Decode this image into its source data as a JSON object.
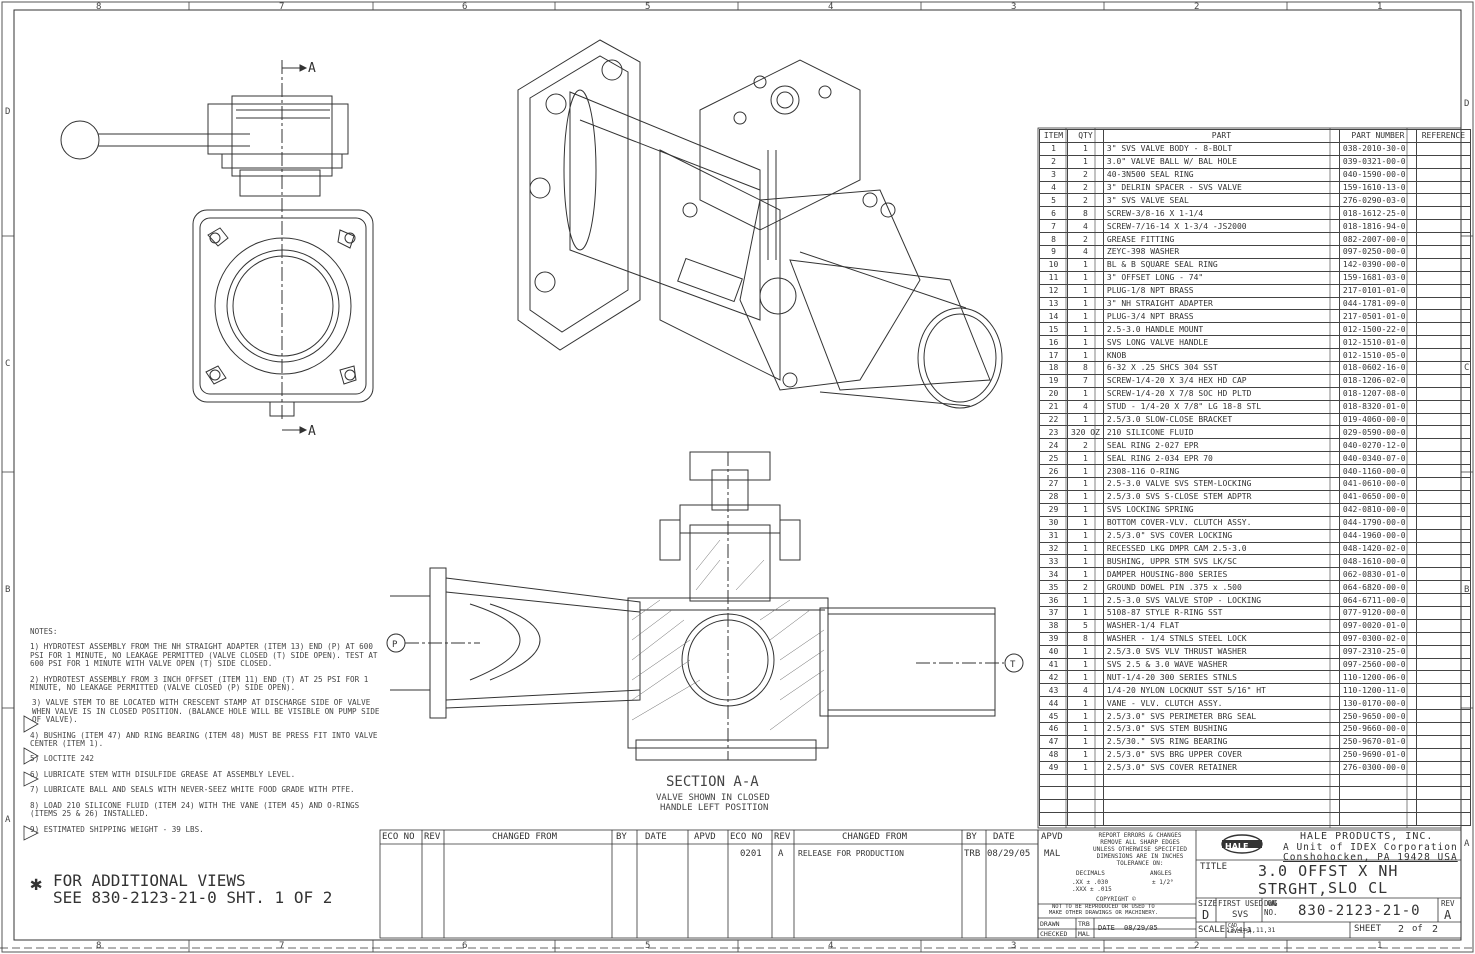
{
  "zones_top": [
    "8",
    "7",
    "6",
    "5",
    "4",
    "3",
    "2",
    "1"
  ],
  "zones_side": [
    "D",
    "C",
    "B",
    "A"
  ],
  "section_marker": "A",
  "section_title": "SECTION A-A",
  "section_note_1": "VALVE SHOWN IN CLOSED",
  "section_note_2": "HANDLE LEFT POSITION",
  "port_labels": {
    "left": "P",
    "right": "T"
  },
  "bom": {
    "headers": [
      "ITEM",
      "QTY",
      "PART",
      "PART NUMBER",
      "REFERENCE"
    ],
    "rows": [
      [
        "1",
        "1",
        "3\" SVS VALVE BODY - 8-BOLT",
        "038-2010-30-0",
        ""
      ],
      [
        "2",
        "1",
        "3.0\" VALVE BALL W/ BAL HOLE",
        "039-0321-00-0",
        ""
      ],
      [
        "3",
        "2",
        "40-3N500 SEAL RING",
        "040-1590-00-0",
        ""
      ],
      [
        "4",
        "2",
        "3\" DELRIN SPACER - SVS VALVE",
        "159-1610-13-0",
        ""
      ],
      [
        "5",
        "2",
        "3\" SVS VALVE SEAL",
        "276-0290-03-0",
        ""
      ],
      [
        "6",
        "8",
        "SCREW-3/8-16 X 1-1/4",
        "018-1612-25-0",
        ""
      ],
      [
        "7",
        "4",
        "SCREW-7/16-14 X 1-3/4 -JS2000",
        "018-1816-94-0",
        ""
      ],
      [
        "8",
        "2",
        "GREASE FITTING",
        "082-2007-00-0",
        ""
      ],
      [
        "9",
        "4",
        "ZEYC-398 WASHER",
        "097-0250-00-0",
        ""
      ],
      [
        "10",
        "1",
        "BL & B SQUARE SEAL RING",
        "142-0390-00-0",
        ""
      ],
      [
        "11",
        "1",
        "3\" OFFSET LONG - 74\"",
        "159-1681-03-0",
        ""
      ],
      [
        "12",
        "1",
        "PLUG-1/8 NPT BRASS",
        "217-0101-01-0",
        ""
      ],
      [
        "13",
        "1",
        "3\" NH STRAIGHT ADAPTER",
        "044-1781-09-0",
        ""
      ],
      [
        "14",
        "1",
        "PLUG-3/4 NPT BRASS",
        "217-0501-01-0",
        ""
      ],
      [
        "15",
        "1",
        "2.5-3.0 HANDLE MOUNT",
        "012-1500-22-0",
        ""
      ],
      [
        "16",
        "1",
        "SVS LONG VALVE HANDLE",
        "012-1510-01-0",
        ""
      ],
      [
        "17",
        "1",
        "KNOB",
        "012-1510-05-0",
        ""
      ],
      [
        "18",
        "8",
        "6-32 X .25 SHCS 304 SST",
        "018-0602-16-0",
        ""
      ],
      [
        "19",
        "7",
        "SCREW-1/4-20 X 3/4 HEX HD CAP",
        "018-1206-02-0",
        ""
      ],
      [
        "20",
        "1",
        "SCREW-1/4-20 X 7/8 SOC HD PLTD",
        "018-1207-08-0",
        ""
      ],
      [
        "21",
        "4",
        "STUD - 1/4-20 X 7/8\" LG 18-8 STL",
        "018-8320-01-0",
        ""
      ],
      [
        "22",
        "1",
        "2.5/3.0 SLOW-CLOSE BRACKET",
        "019-4060-00-0",
        ""
      ],
      [
        "23",
        "320 OZ",
        "210 SILICONE FLUID",
        "029-0590-00-0",
        ""
      ],
      [
        "24",
        "2",
        "SEAL RING 2-027 EPR",
        "040-0270-12-0",
        ""
      ],
      [
        "25",
        "1",
        "SEAL RING 2-034 EPR 70",
        "040-0340-07-0",
        ""
      ],
      [
        "26",
        "1",
        "2308-116 O-RING",
        "040-1160-00-0",
        ""
      ],
      [
        "27",
        "1",
        "2.5-3.0 VALVE SVS STEM-LOCKING",
        "041-0610-00-0",
        ""
      ],
      [
        "28",
        "1",
        "2.5/3.0 SVS S-CLOSE STEM ADPTR",
        "041-0650-00-0",
        ""
      ],
      [
        "29",
        "1",
        "SVS LOCKING SPRING",
        "042-0810-00-0",
        ""
      ],
      [
        "30",
        "1",
        "BOTTOM COVER-VLV. CLUTCH ASSY.",
        "044-1790-00-0",
        ""
      ],
      [
        "31",
        "1",
        "2.5/3.0\" SVS COVER LOCKING",
        "044-1960-00-0",
        ""
      ],
      [
        "32",
        "1",
        "RECESSED LKG DMPR CAM 2.5-3.0",
        "048-1420-02-0",
        ""
      ],
      [
        "33",
        "1",
        "BUSHING, UPPR STM SVS LK/SC",
        "048-1610-00-0",
        ""
      ],
      [
        "34",
        "1",
        "DAMPER HOUSING-800 SERIES",
        "062-0830-01-0",
        ""
      ],
      [
        "35",
        "2",
        "GROUND DOWEL PIN .375 x .500",
        "064-6820-00-0",
        ""
      ],
      [
        "36",
        "1",
        "2.5-3.0 SVS VALVE STOP - LOCKING",
        "064-6711-00-0",
        ""
      ],
      [
        "37",
        "1",
        "5108-87 STYLE R-RING SST",
        "077-9120-00-0",
        ""
      ],
      [
        "38",
        "5",
        "WASHER-1/4 FLAT",
        "097-0020-01-0",
        ""
      ],
      [
        "39",
        "8",
        "WASHER - 1/4 STNLS STEEL LOCK",
        "097-0300-02-0",
        ""
      ],
      [
        "40",
        "1",
        "2.5/3.0 SVS VLV THRUST WASHER",
        "097-2310-25-0",
        ""
      ],
      [
        "41",
        "1",
        "SVS 2.5 & 3.0 WAVE WASHER",
        "097-2560-00-0",
        ""
      ],
      [
        "42",
        "1",
        "NUT-1/4-20 300 SERIES STNLS",
        "110-1200-06-0",
        ""
      ],
      [
        "43",
        "4",
        "1/4-20 NYLON LOCKNUT SST 5/16\" HT",
        "110-1200-11-0",
        ""
      ],
      [
        "44",
        "1",
        "VANE - VLV. CLUTCH ASSY.",
        "130-0170-00-0",
        ""
      ],
      [
        "45",
        "1",
        "2.5/3.0\" SVS PERIMETER BRG SEAL",
        "250-9650-00-0",
        ""
      ],
      [
        "46",
        "1",
        "2.5/3.0\" SVS STEM BUSHING",
        "250-9660-00-0",
        ""
      ],
      [
        "47",
        "1",
        "2.5/30.\" SVS RING BEARING",
        "250-9670-01-0",
        ""
      ],
      [
        "48",
        "1",
        "2.5/3.0\" SVS BRG UPPER COVER",
        "250-9690-01-0",
        ""
      ],
      [
        "49",
        "1",
        "2.5/3.0\" SVS COVER RETAINER",
        "276-0300-00-0",
        ""
      ]
    ],
    "empty_rows": 4
  },
  "notes": {
    "heading": "NOTES:",
    "items": [
      "1) HYDROTEST ASSEMBLY FROM THE NH STRAIGHT ADAPTER (ITEM 13) END (P) AT 600 PSI FOR 1 MINUTE, NO LEAKAGE PERMITTED (VALVE CLOSED (T) SIDE OPEN). TEST AT 600 PSI FOR 1 MINUTE WITH VALVE OPEN (T) SIDE CLOSED.",
      "2) HYDROTEST ASSEMBLY FROM 3 INCH OFFSET (ITEM 11) END (T) AT 25 PSI FOR 1 MINUTE, NO LEAKAGE PERMITTED (VALVE CLOSED (P) SIDE OPEN).",
      "3) VALVE STEM TO BE LOCATED WITH CRESCENT STAMP AT DISCHARGE SIDE OF VALVE WHEN VALVE IS IN CLOSED POSITION. (BALANCE HOLE WILL BE VISIBLE ON PUMP SIDE OF VALVE).",
      "4) BUSHING (ITEM 47) AND RING BEARING (ITEM 48) MUST BE PRESS FIT INTO VALVE CENTER (ITEM 1).",
      "5) LOCTITE 242",
      "6) LUBRICATE STEM WITH DISULFIDE GREASE AT ASSEMBLY LEVEL.",
      "7) LUBRICATE BALL AND SEALS WITH NEVER-SEEZ WHITE FOOD GRADE WITH PTFE.",
      "8) LOAD 210 SILICONE FLUID (ITEM 24) WITH THE VANE (ITEM 45) AND O-RINGS (ITEMS 25 & 26) INSTALLED.",
      "9) ESTIMATED SHIPPING WEIGHT - 39 LBS."
    ],
    "additional_views_1": "FOR ADDITIONAL VIEWS",
    "additional_views_2": "SEE 830-2123-21-0 SHT. 1 OF 2"
  },
  "revision": {
    "headers": [
      "ECO NO",
      "REV",
      "CHANGED FROM",
      "BY",
      "DATE",
      "APVD"
    ],
    "row": {
      "eco": "0201",
      "rev": "A",
      "changed_from": "RELEASE FOR PRODUCTION",
      "by": "TRB",
      "date": "08/29/05",
      "apvd": "MAL"
    }
  },
  "tolerance": {
    "line1": "REPORT ERRORS & CHANGES",
    "line2": "REMOVE ALL SHARP EDGES",
    "line3": "UNLESS OTHERWISE SPECIFIED",
    "line4": "DIMENSIONS ARE IN INCHES",
    "line5": "TOLERANCE ON:",
    "decimals": "DECIMALS",
    "angles": "ANGLES",
    "xx": ".XX ± .030",
    "xxx": ".XXX ± .015",
    "ang": "± 1/2°",
    "copyright": "COPYRIGHT ©",
    "copy2": "NOT TO BE REPRODUCED OR USED TO",
    "copy3": "MAKE OTHER DRAWINGS OR MACHINERY."
  },
  "titleblock": {
    "logo": "HALE",
    "company": "HALE PRODUCTS, INC.",
    "company2": "A Unit of IDEX Corporation",
    "company3": "Conshohocken, PA 19428 USA",
    "title_label": "TITLE",
    "title1": "3.0 OFFST X NH STRGHT,",
    "title2": "SLO CL",
    "size_label": "SIZE",
    "size": "D",
    "first_used_label": "FIRST USED ON",
    "first_used": "SVS",
    "dwg_label": "DWG NO.",
    "dwg_no": "830-2123-21-0",
    "rev_label": "REV",
    "rev": "A",
    "drawn_label": "DRAWN",
    "drawn": "TRB",
    "checked_label": "CHECKED",
    "checked": "MAL",
    "date_label": "DATE",
    "date": "08/29/05",
    "scale_label": "SCALE:",
    "scale": "3/4=1",
    "cad_label": "CAD LEVEL(S)",
    "cad": "1,11,31",
    "sheet_label": "SHEET",
    "sheet": "2",
    "of_label": "of",
    "sheet_total": "2"
  }
}
